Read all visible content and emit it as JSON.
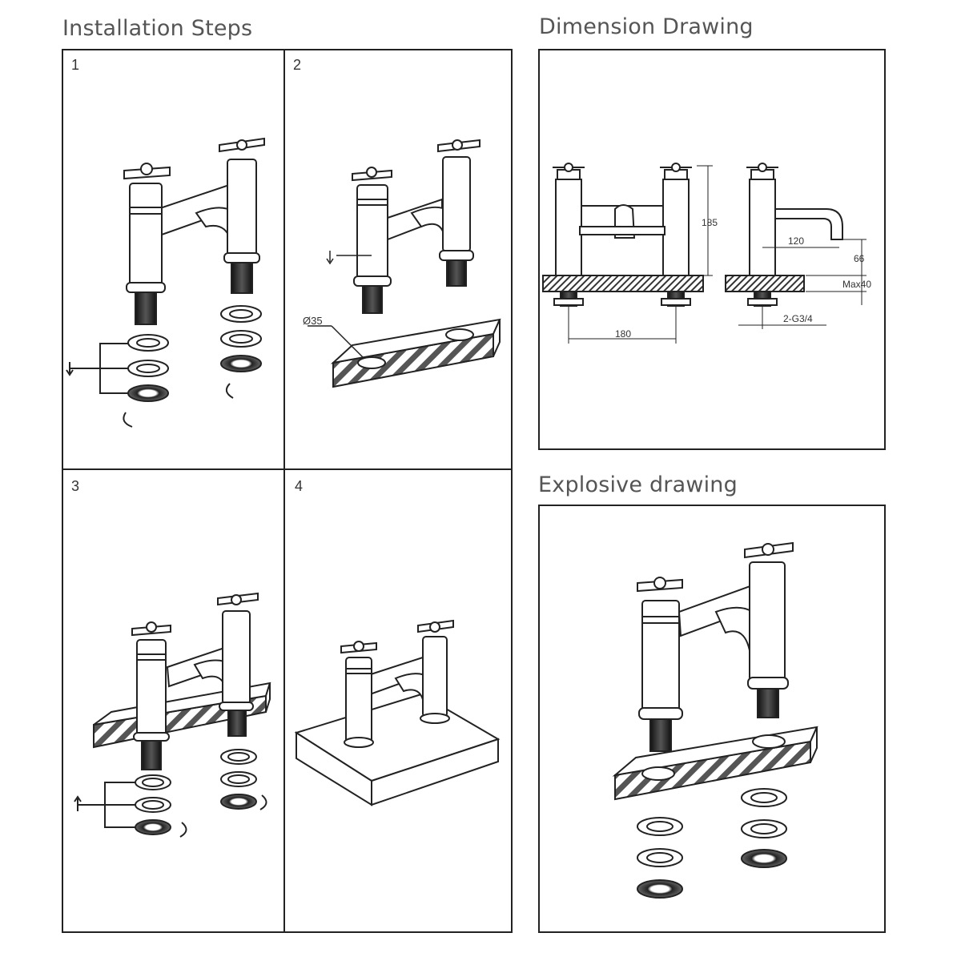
{
  "headings": {
    "installation": "Installation Steps",
    "dimension": "Dimension Drawing",
    "explosive": "Explosive drawing"
  },
  "steps": [
    "1",
    "2",
    "3",
    "4"
  ],
  "dimensions": {
    "height": "185",
    "spout_reach": "120",
    "spout_height": "66",
    "max_deck": "Max40",
    "centers": "180",
    "thread": "2-G3/4",
    "hole": "Ø35"
  },
  "colors": {
    "line": "#222222",
    "text": "#555555"
  }
}
